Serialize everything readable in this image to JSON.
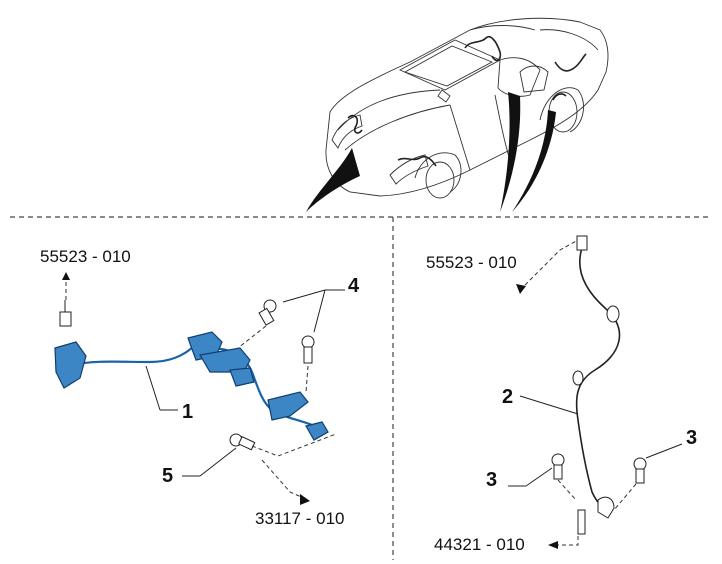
{
  "left_panel": {
    "ref_top": "55523 - 010",
    "ref_bottom": "33117 - 010",
    "callout_1": "1",
    "callout_4": "4",
    "callout_5": "5"
  },
  "right_panel": {
    "ref_top": "55523 - 010",
    "ref_bottom": "44321 - 010",
    "callout_2": "2",
    "callout_3_right": "3",
    "callout_3_left": "3"
  },
  "colors": {
    "harness_blue": "#3d86c6",
    "line": "#222222"
  }
}
